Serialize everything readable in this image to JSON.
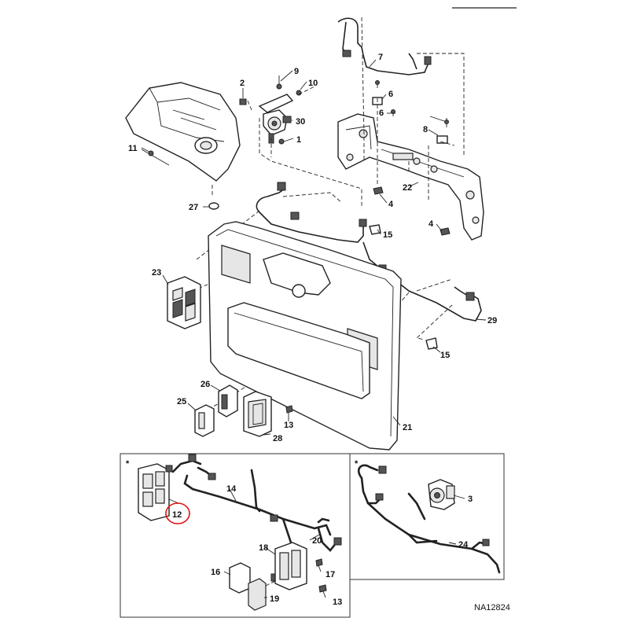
{
  "diagram": {
    "figure_id": "NA12824",
    "kit_marker": "*",
    "highlighted_part": "12",
    "callouts": {
      "c1": "1",
      "c2": "2",
      "c3": "3",
      "c4a": "4",
      "c4b": "4",
      "c6a": "6",
      "c6b": "6",
      "c7": "7",
      "c8": "8",
      "c9": "9",
      "c10": "10",
      "c11": "11",
      "c12": "12",
      "c13a": "13",
      "c13b": "13",
      "c14": "14",
      "c15a": "15",
      "c15b": "15",
      "c16": "16",
      "c17": "17",
      "c18": "18",
      "c19": "19",
      "c20": "20",
      "c21": "21",
      "c22": "22",
      "c23": "23",
      "c24": "24",
      "c25": "25",
      "c26": "26",
      "c27": "27",
      "c28": "28",
      "c29": "29",
      "c30": "30"
    }
  }
}
